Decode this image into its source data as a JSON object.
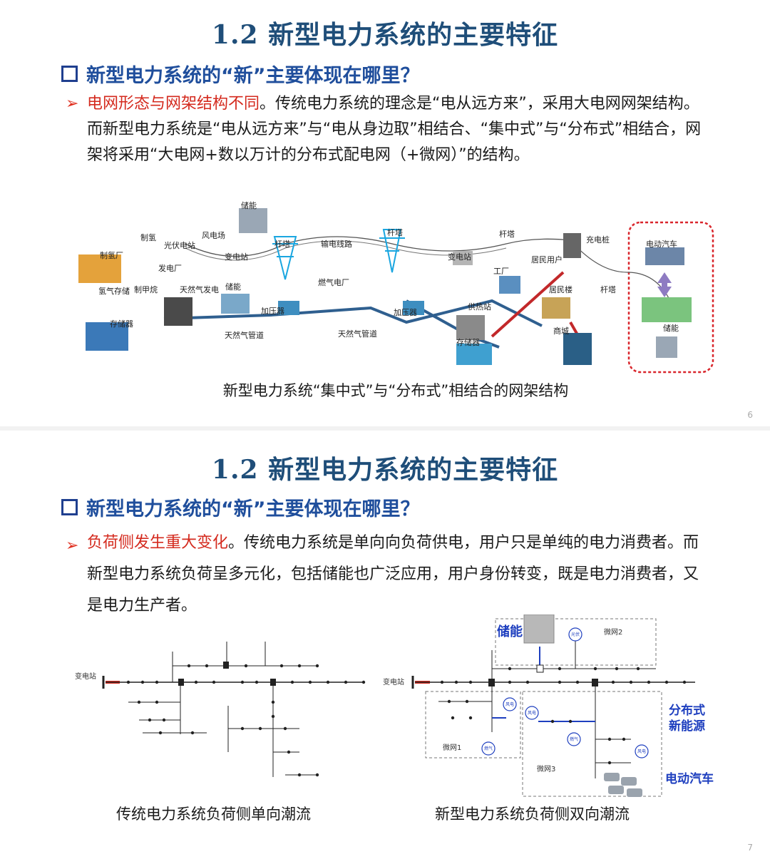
{
  "slide1": {
    "title": "1.2 新型电力系统的主要特征",
    "subtitle": "新型电力系统的“新”主要体现在哪里？",
    "bullet_highlight": "电网形态与网架结构不同",
    "bullet_rest": "。传统电力系统的理念是“电从远方来”，采用大电网网架结构。而新型电力系统是“电从远方来”与“电从身边取”相结合、“集中式”与“分布式”相结合，网架将采用“大电网+数以万计的分布式配电网（+微网）”的结构。",
    "diagram_labels": {
      "storage_top": "储能",
      "wind": "风电场",
      "pv": "光伏电站",
      "h2_plant": "制氢厂",
      "h2_make": "制氢",
      "power_plant": "发电厂",
      "substation1": "变电站",
      "tower1": "杆塔",
      "line": "输电线路",
      "tower2": "杆塔",
      "tower3": "杆塔",
      "charging": "充电桩",
      "ev": "电动汽车",
      "substation2": "变电站",
      "residents": "居民用户",
      "factory": "工厂",
      "gas_power": "燃气电厂",
      "methane": "制甲烷",
      "gas_gen": "天然气发电",
      "storage_mid": "储能",
      "h2_store": "氢气存储",
      "tank": "存储器",
      "compressor1": "加压器",
      "compressor2": "加压器",
      "heat": "供热站",
      "res_bldg": "居民楼",
      "tower4": "杆塔",
      "storage_right": "储能",
      "mall": "商城",
      "pipe1": "天然气管道",
      "pipe2": "天然气管道",
      "tank2": "存储器"
    },
    "caption": "新型电力系统“集中式”与“分布式”相结合的网架结构",
    "page": "6"
  },
  "slide2": {
    "title": "1.2 新型电力系统的主要特征",
    "subtitle": "新型电力系统的“新”主要体现在哪里？",
    "bullet_highlight": "负荷侧发生重大变化",
    "bullet_rest": "。传统电力系统是单向向负荷供电，用户只是单纯的电力消费者。而新型电力系统负荷呈多元化，包括储能也广泛应用，用户身份转变，既是电力消费者，又是电力生产者。",
    "left_caption": "传统电力系统负荷侧单向潮流",
    "right_caption": "新型电力系统负荷侧双向潮流",
    "substation_label": "变电站",
    "storage_label": "储能",
    "dist_label_1": "分布式",
    "dist_label_2": "新能源",
    "ev_label": "电动汽车",
    "mg1": "微网1",
    "mg2": "微网2",
    "mg3": "微网3",
    "pv_label": "光伏",
    "wind_label": "风电",
    "gas_label": "燃气",
    "page": "7"
  },
  "colors": {
    "title": "#1f4e79",
    "subtitle": "#1f4e9c",
    "highlight": "#d42a1e",
    "arrow": "#e03020",
    "ev_box": "#d9262c"
  }
}
